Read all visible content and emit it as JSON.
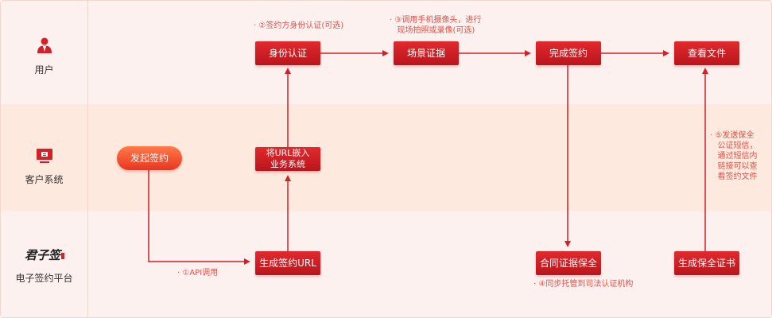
{
  "lanes": {
    "user": "用户",
    "client": "客户系统",
    "platform": "电子签约平台",
    "logo_text": "君子签"
  },
  "nodes": {
    "start": "发起签约",
    "generate_url": "生成签约URL",
    "embed_url": "将URL嵌入\n业务系统",
    "identity": "身份认证",
    "scene": "场景证据",
    "complete": "完成签约",
    "view_file": "查看文件",
    "contract_preserve": "合同证据保全",
    "generate_cert": "生成保全证书"
  },
  "notes": {
    "api": "· ①API调用",
    "identity": "· ②签约方身份认证(可选)",
    "scene": "· ③调用手机摄像头，进行\n   现场拍照或录像(可选)",
    "sync": "· ④同步托管到司法认证机构",
    "notify": "· ⑤发送保全\n   公证短信，\n   通过短信内\n   链接可以查\n   看签约文件"
  },
  "colors": {
    "accent": "#d42128",
    "note": "#e0524a"
  }
}
